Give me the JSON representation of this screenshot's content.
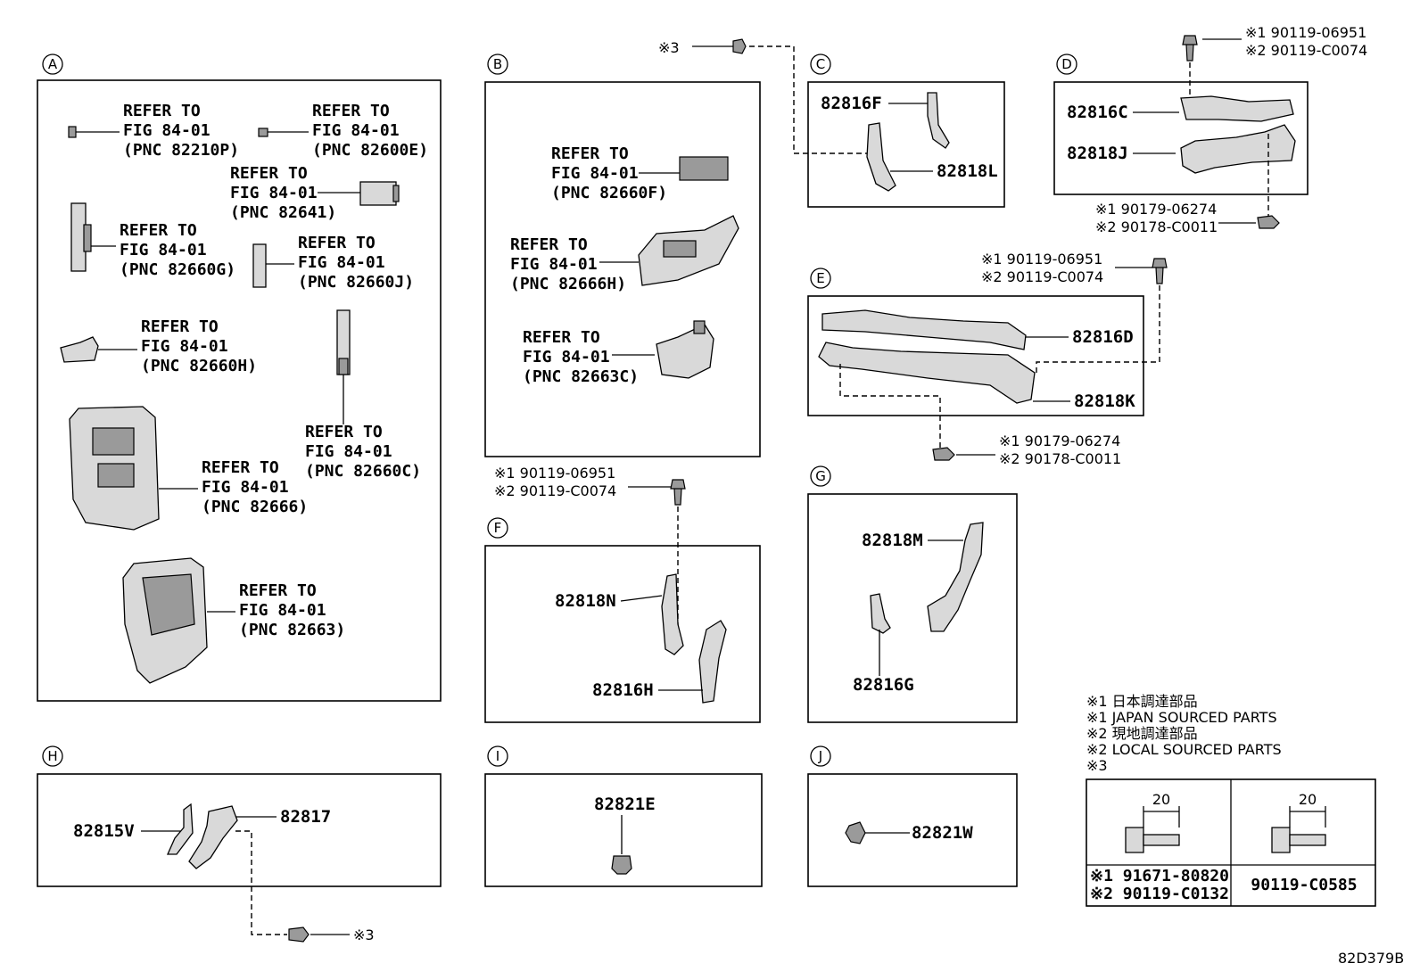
{
  "sections": {
    "A": "A",
    "B": "B",
    "C": "C",
    "D": "D",
    "E": "E",
    "F": "F",
    "G": "G",
    "H": "H",
    "I": "I",
    "J": "J"
  },
  "refer": {
    "line1": "REFER TO",
    "line2": "FIG 84-01",
    "pnc": {
      "p82210P": "(PNC 82210P)",
      "p82600E": "(PNC 82600E)",
      "p82641": "(PNC 82641)",
      "p82660G": "(PNC 82660G)",
      "p82660J": "(PNC 82660J)",
      "p82660H": "(PNC 82660H)",
      "p82660C": "(PNC 82660C)",
      "p82666": "(PNC 82666)",
      "p82663": "(PNC 82663)",
      "p82660F": "(PNC 82660F)",
      "p82666H": "(PNC 82666H)",
      "p82663C": "(PNC 82663C)"
    }
  },
  "parts": {
    "p82816F": "82816F",
    "p82818L": "82818L",
    "p82816C": "82816C",
    "p82818J": "82818J",
    "p82816D": "82816D",
    "p82818K": "82818K",
    "p82818N": "82818N",
    "p82816H": "82816H",
    "p82818M": "82818M",
    "p82816G": "82816G",
    "p82815V": "82815V",
    "p82817": "82817",
    "p82821E": "82821E",
    "p82821W": "82821W"
  },
  "fasteners": {
    "bolt1": "※1 90119-06951",
    "bolt2": "※2 90119-C0074",
    "clip1": "※1 90179-06274",
    "clip2": "※2 90178-C0011",
    "mark3": "※3"
  },
  "legend": {
    "l1": "※1 日本調達部品",
    "l2": "※1 JAPAN SOURCED PARTS",
    "l3": "※2 現地調達部品",
    "l4": "※2 LOCAL SOURCED PARTS",
    "l5": "※3",
    "dim": "20",
    "left1": "※1 91671-80820",
    "left2": "※2 90119-C0132",
    "right": "90119-C0585"
  },
  "drawing_id": "82D379B"
}
